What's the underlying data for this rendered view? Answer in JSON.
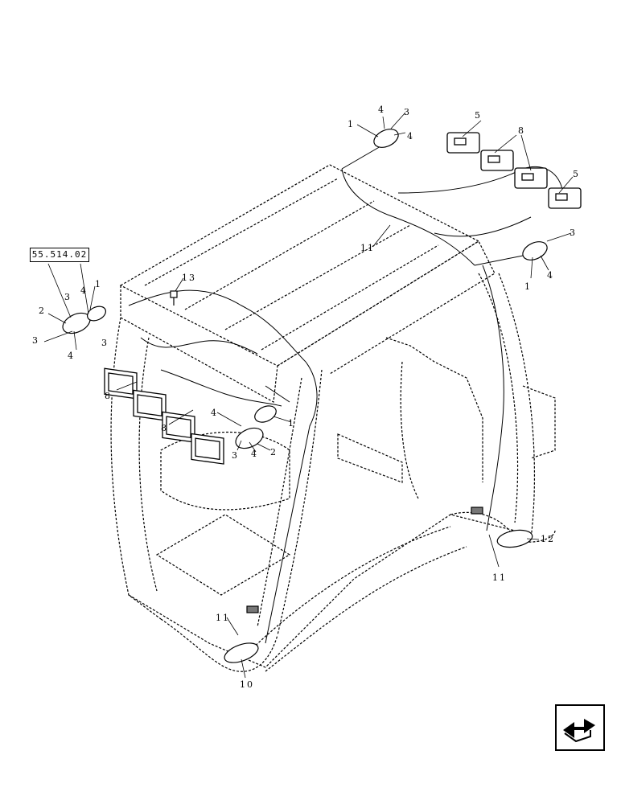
{
  "reference_box": "55.514.02",
  "callouts": {
    "c1a": "1",
    "c1b": "1",
    "c1c": "1",
    "c1d": "1",
    "c2a": "2",
    "c2b": "2",
    "c3a": "3",
    "c3b": "3",
    "c3c": "3",
    "c3d": "3",
    "c3e": "3",
    "c3f": "3",
    "c4a": "4",
    "c4b": "4",
    "c4c": "4",
    "c4d": "4",
    "c4e": "4",
    "c4f": "4",
    "c4g": "4",
    "c5a": "5",
    "c5b": "5",
    "c8a": "8",
    "c8b": "8",
    "c8c": "8",
    "c10": "10",
    "c11a": "11",
    "c11b": "11",
    "c11c": "11",
    "c12": "12",
    "c13": "13"
  },
  "icons": {
    "nav": "next-page-arrow-icon"
  }
}
